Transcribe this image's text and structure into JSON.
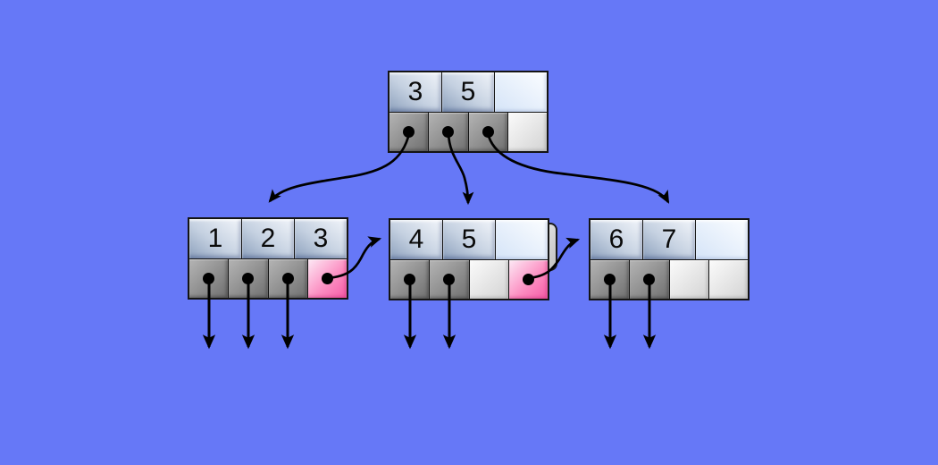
{
  "colors": {
    "background": "#6678f7",
    "border": "#141414",
    "arrow": "#000000",
    "key-light": "#f2f5fa",
    "key-dark": "#8da1bd",
    "key-empty-light": "#fbfdff",
    "key-empty-dark": "#d5e4f8",
    "ptr-light": "#b4b4b4",
    "ptr-dark": "#6f6f6f",
    "ptr-empty-light": "#fbfbfb",
    "ptr-empty-dark": "#d3d3d3",
    "next-light": "#fde9f5",
    "next-dark": "#f65ba7"
  },
  "tree": {
    "root": {
      "keys": [
        "3",
        "5",
        ""
      ]
    },
    "leaves": [
      {
        "keys": [
          "1",
          "2",
          "3"
        ]
      },
      {
        "keys": [
          "4",
          "5",
          ""
        ]
      },
      {
        "keys": [
          "6",
          "7",
          ""
        ]
      }
    ]
  }
}
